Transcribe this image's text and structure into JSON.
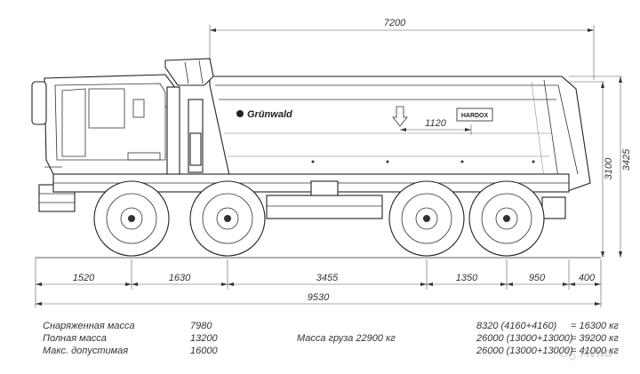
{
  "dimensions": {
    "top_length": "7200",
    "inner_length": "1120",
    "heights": [
      "3425",
      "3100"
    ],
    "bottom_segments": [
      "1520",
      "1630",
      "3455",
      "1350",
      "950",
      "400"
    ],
    "overall_length": "9530"
  },
  "branding": {
    "body_logo": "Grünwald",
    "plate_label": "HARDOX",
    "watermark": "Avito"
  },
  "specs": {
    "labels": [
      "Снаряженная масса",
      "Полная масса",
      "Макс. допустимая"
    ],
    "front_values": [
      "7980",
      "13200",
      "16000"
    ],
    "payload": "Масса груза 22900 кг",
    "rear_values": [
      "8320 (4160+4160)",
      "26000 (13000+13000)",
      "26000 (13000+13000)"
    ],
    "totals": [
      "= 16300 кг",
      "= 39200 кг",
      "= 41000 кг"
    ]
  },
  "colors": {
    "line": "#222222",
    "text": "#333333",
    "background": "#ffffff"
  }
}
